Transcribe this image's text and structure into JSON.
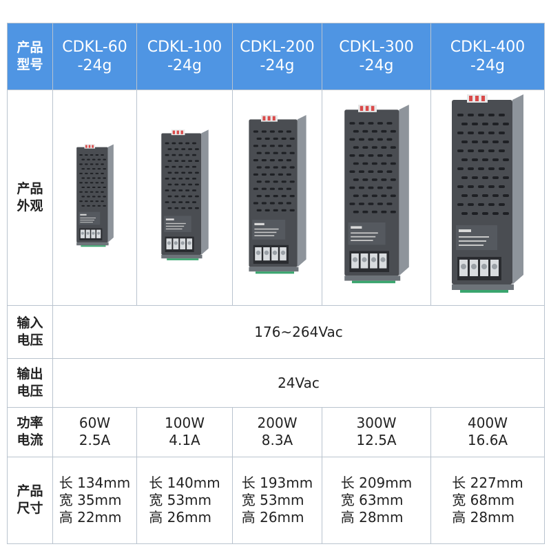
{
  "header": {
    "label": [
      "产品",
      "型号"
    ],
    "models": [
      {
        "line1": "CDKL-60",
        "line2": "-24g"
      },
      {
        "line1": "CDKL-100",
        "line2": "-24g"
      },
      {
        "line1": "CDKL-200",
        "line2": "-24g"
      },
      {
        "line1": "CDKL-300",
        "line2": "-24g"
      },
      {
        "line1": "CDKL-400",
        "line2": "-24g"
      }
    ]
  },
  "appearance": {
    "label": [
      "产品",
      "外观"
    ]
  },
  "input_voltage": {
    "label": [
      "输入",
      "电压"
    ],
    "value": "176~264Vac"
  },
  "output_voltage": {
    "label": [
      "输出",
      "电压"
    ],
    "value": "24Vac"
  },
  "power_current": {
    "label": [
      "功率",
      "电流"
    ],
    "items": [
      {
        "power": "60W",
        "current": "2.5A"
      },
      {
        "power": "100W",
        "current": "4.1A"
      },
      {
        "power": "200W",
        "current": "8.3A"
      },
      {
        "power": "300W",
        "current": "12.5A"
      },
      {
        "power": "400W",
        "current": "16.6A"
      }
    ]
  },
  "dimensions": {
    "label": [
      "产品",
      "尺寸"
    ],
    "items": [
      {
        "length": "长 134mm",
        "width": "宽 35mm",
        "height": "高 22mm"
      },
      {
        "length": "长 140mm",
        "width": "宽 53mm",
        "height": "高 26mm"
      },
      {
        "length": "长 193mm",
        "width": "宽 53mm",
        "height": "高 26mm"
      },
      {
        "length": "长 209mm",
        "width": "宽 63mm",
        "height": "高 28mm"
      },
      {
        "length": "长 227mm",
        "width": "宽 68mm",
        "height": "高 28mm"
      }
    ]
  },
  "product_photos": [
    {
      "icon": "power-supply-unit-icon"
    },
    {
      "icon": "power-supply-unit-icon"
    },
    {
      "icon": "power-supply-unit-icon"
    },
    {
      "icon": "power-supply-unit-icon"
    },
    {
      "icon": "power-supply-unit-icon"
    }
  ],
  "colors": {
    "header_bg": "#4f95e3",
    "header_text": "#ffffff",
    "border": "#b9c3ce",
    "unit_body": "#4a4d52"
  }
}
